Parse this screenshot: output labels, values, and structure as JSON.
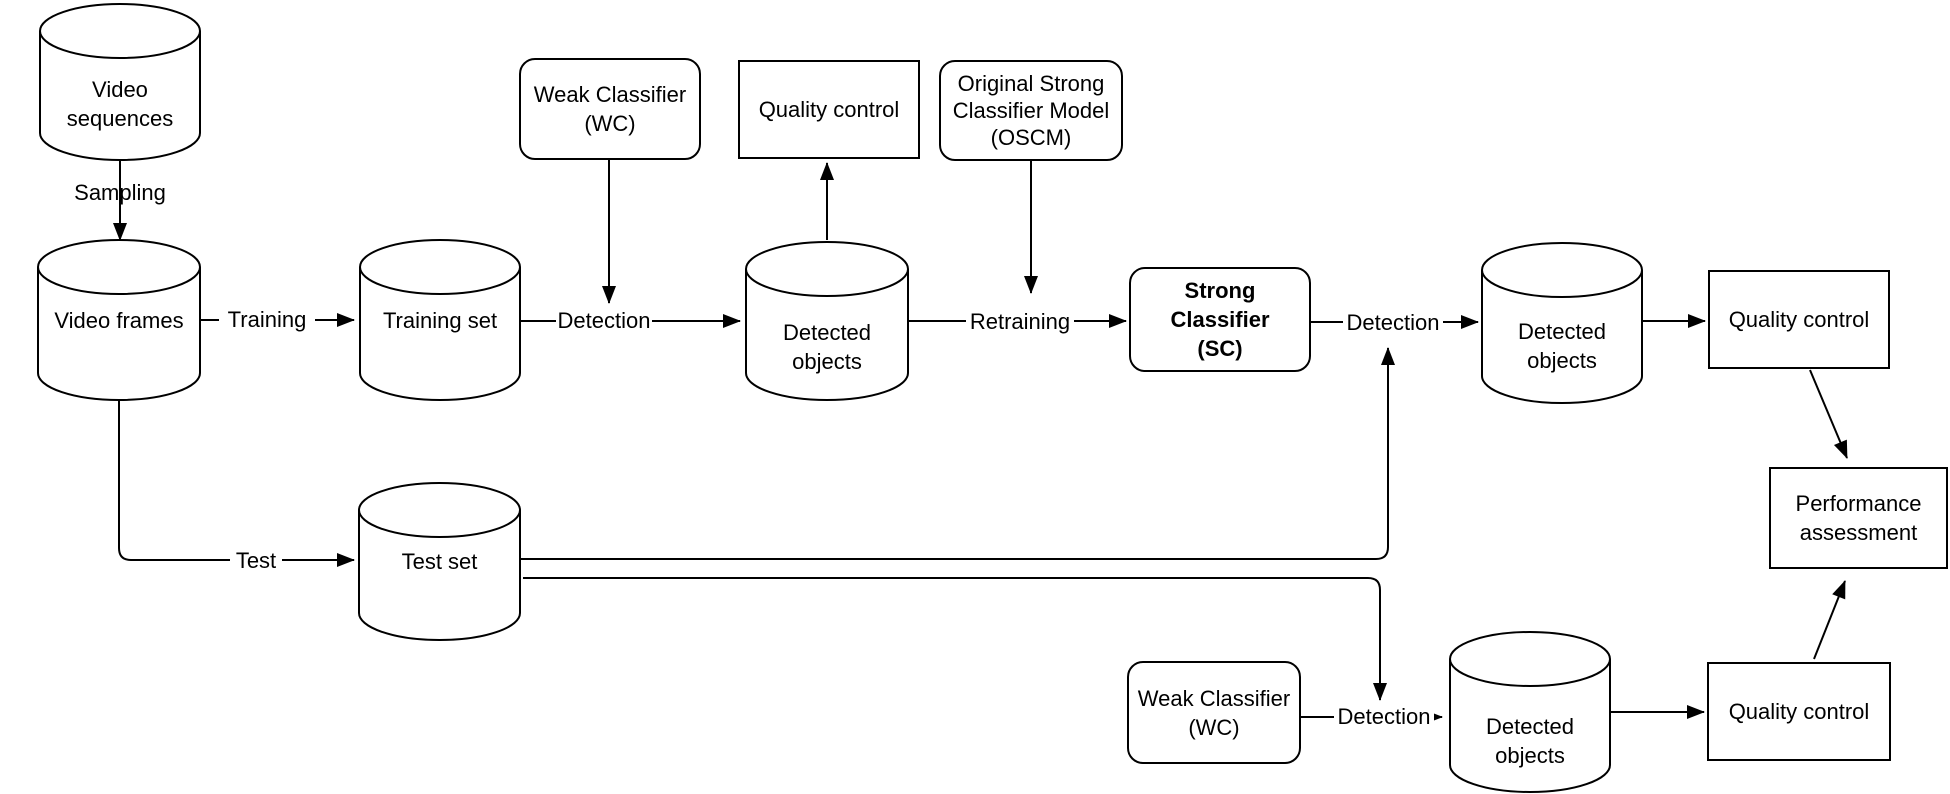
{
  "diagram": {
    "background": "#ffffff",
    "stroke_color": "#000000",
    "text_color": "#000000",
    "nodes": {
      "video_sequences": {
        "label": "Video\nsequences",
        "shape": "cylinder"
      },
      "weak_classifier_top": {
        "label": "Weak Classifier\n(WC)",
        "shape": "rounded-rect"
      },
      "quality_control_training": {
        "label": "Quality control",
        "shape": "rect"
      },
      "oscm": {
        "label": "Original Strong\nClassifier Model\n(OSCM)",
        "shape": "rounded-rect"
      },
      "video_frames": {
        "label": "Video frames",
        "shape": "cylinder"
      },
      "training_set": {
        "label": "Training set",
        "shape": "cylinder"
      },
      "detected_objects_training": {
        "label": "Detected\nobjects",
        "shape": "cylinder"
      },
      "strong_classifier": {
        "label": "Strong\nClassifier\n(SC)",
        "shape": "rounded-rect",
        "bold": true
      },
      "detected_objects_sc": {
        "label": "Detected\nobjects",
        "shape": "cylinder"
      },
      "quality_control_sc": {
        "label": "Quality control",
        "shape": "rect"
      },
      "performance_assessment": {
        "label": "Performance\nassessment",
        "shape": "rect"
      },
      "test_set": {
        "label": "Test set",
        "shape": "cylinder"
      },
      "weak_classifier_test": {
        "label": "Weak Classifier\n(WC)",
        "shape": "rounded-rect"
      },
      "detected_objects_test": {
        "label": "Detected\nobjects",
        "shape": "cylinder"
      },
      "quality_control_test": {
        "label": "Quality control",
        "shape": "rect"
      }
    },
    "edge_labels": {
      "sampling": "Sampling",
      "training": "Training",
      "detection_training": "Detection",
      "retraining": "Retraining",
      "detection_sc": "Detection",
      "test": "Test",
      "detection_test": "Detection"
    }
  }
}
